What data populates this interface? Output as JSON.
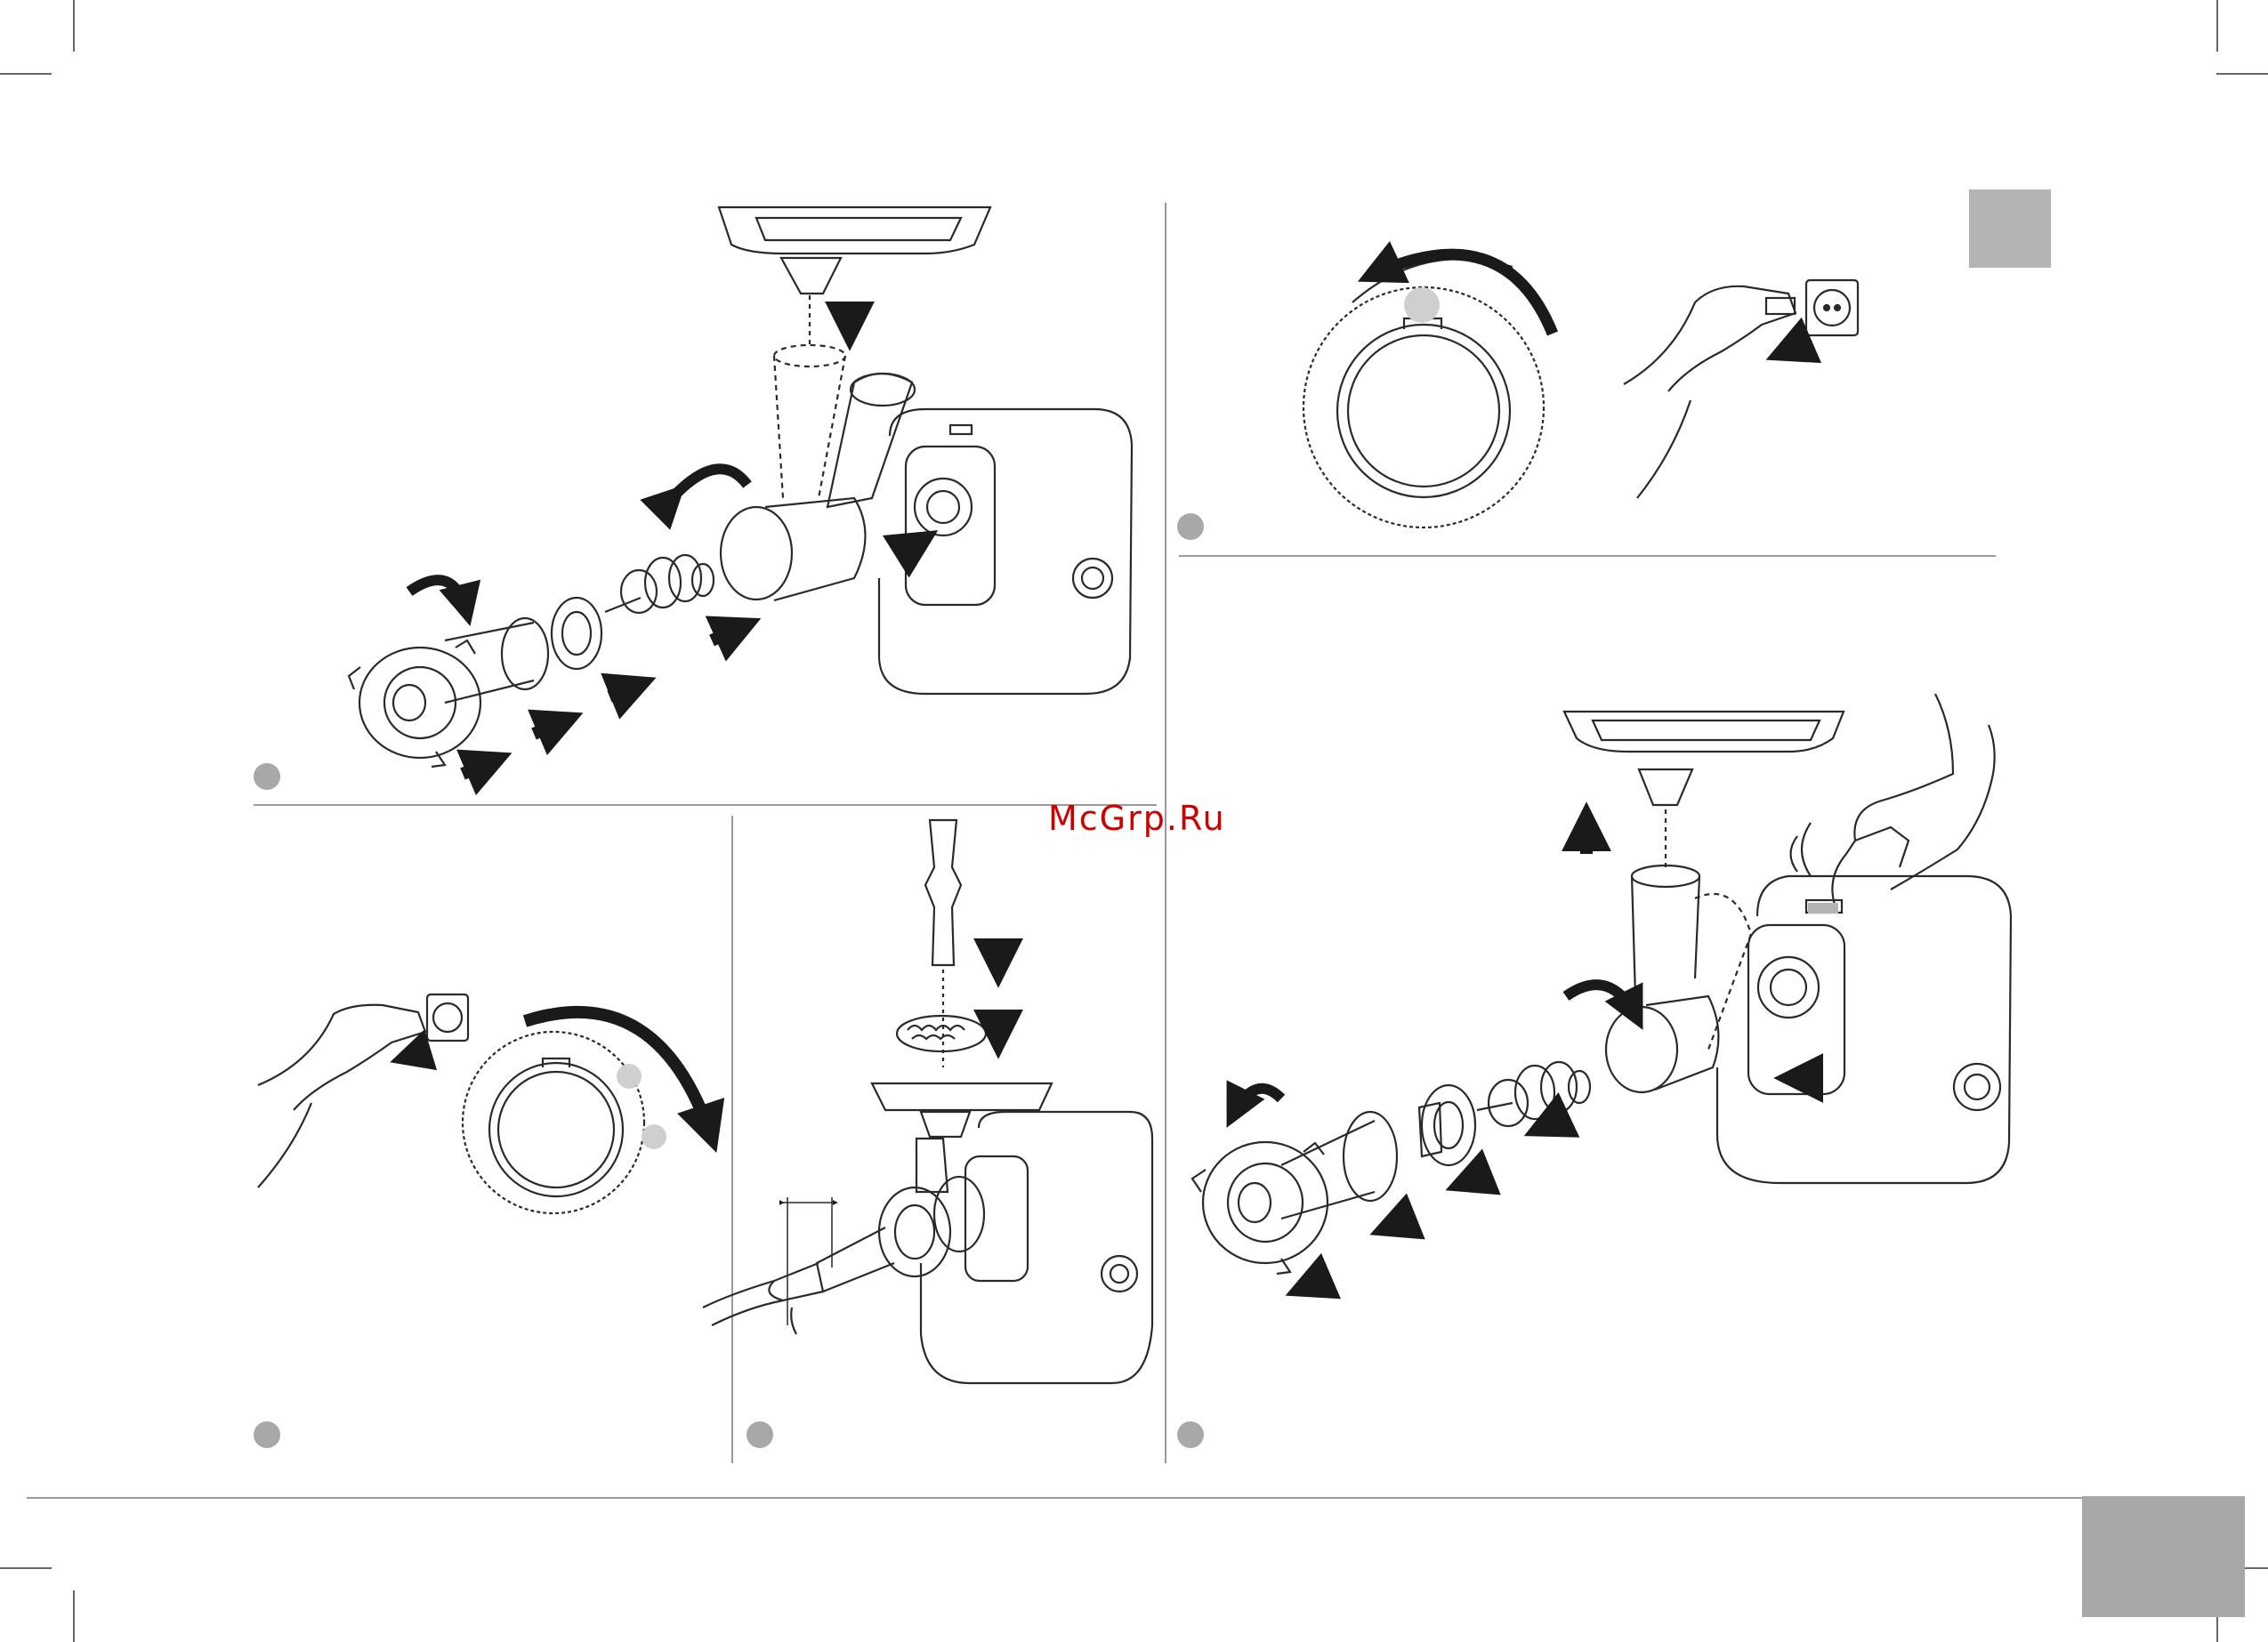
{
  "watermark": {
    "text": "McGrp.Ru",
    "color": "#cc0000"
  },
  "colors": {
    "line": "#2a2a2a",
    "arrow": "#1a1a1a",
    "divider": "#9a9a9a",
    "badge": "#a8a8a8",
    "tab": "#b4b4b4",
    "highlight": "#cfcfcf"
  },
  "steps": [
    {
      "id": "step-assembly",
      "badge_text": ""
    },
    {
      "id": "step-unplug-lock",
      "badge_text": ""
    },
    {
      "id": "step-plug-unlock",
      "badge_text": ""
    },
    {
      "id": "step-sausage",
      "badge_text": ""
    },
    {
      "id": "step-disassembly",
      "badge_text": ""
    }
  ],
  "icons": [
    "meat-tray-icon",
    "grinder-motor-icon",
    "auger-icon",
    "cutting-disc-icon",
    "locking-ring-icon",
    "wall-socket-icon",
    "hand-icon",
    "rotate-arrow-icon",
    "push-arrow-icon",
    "pusher-icon",
    "minced-meat-icon",
    "sausage-casing-icon"
  ]
}
